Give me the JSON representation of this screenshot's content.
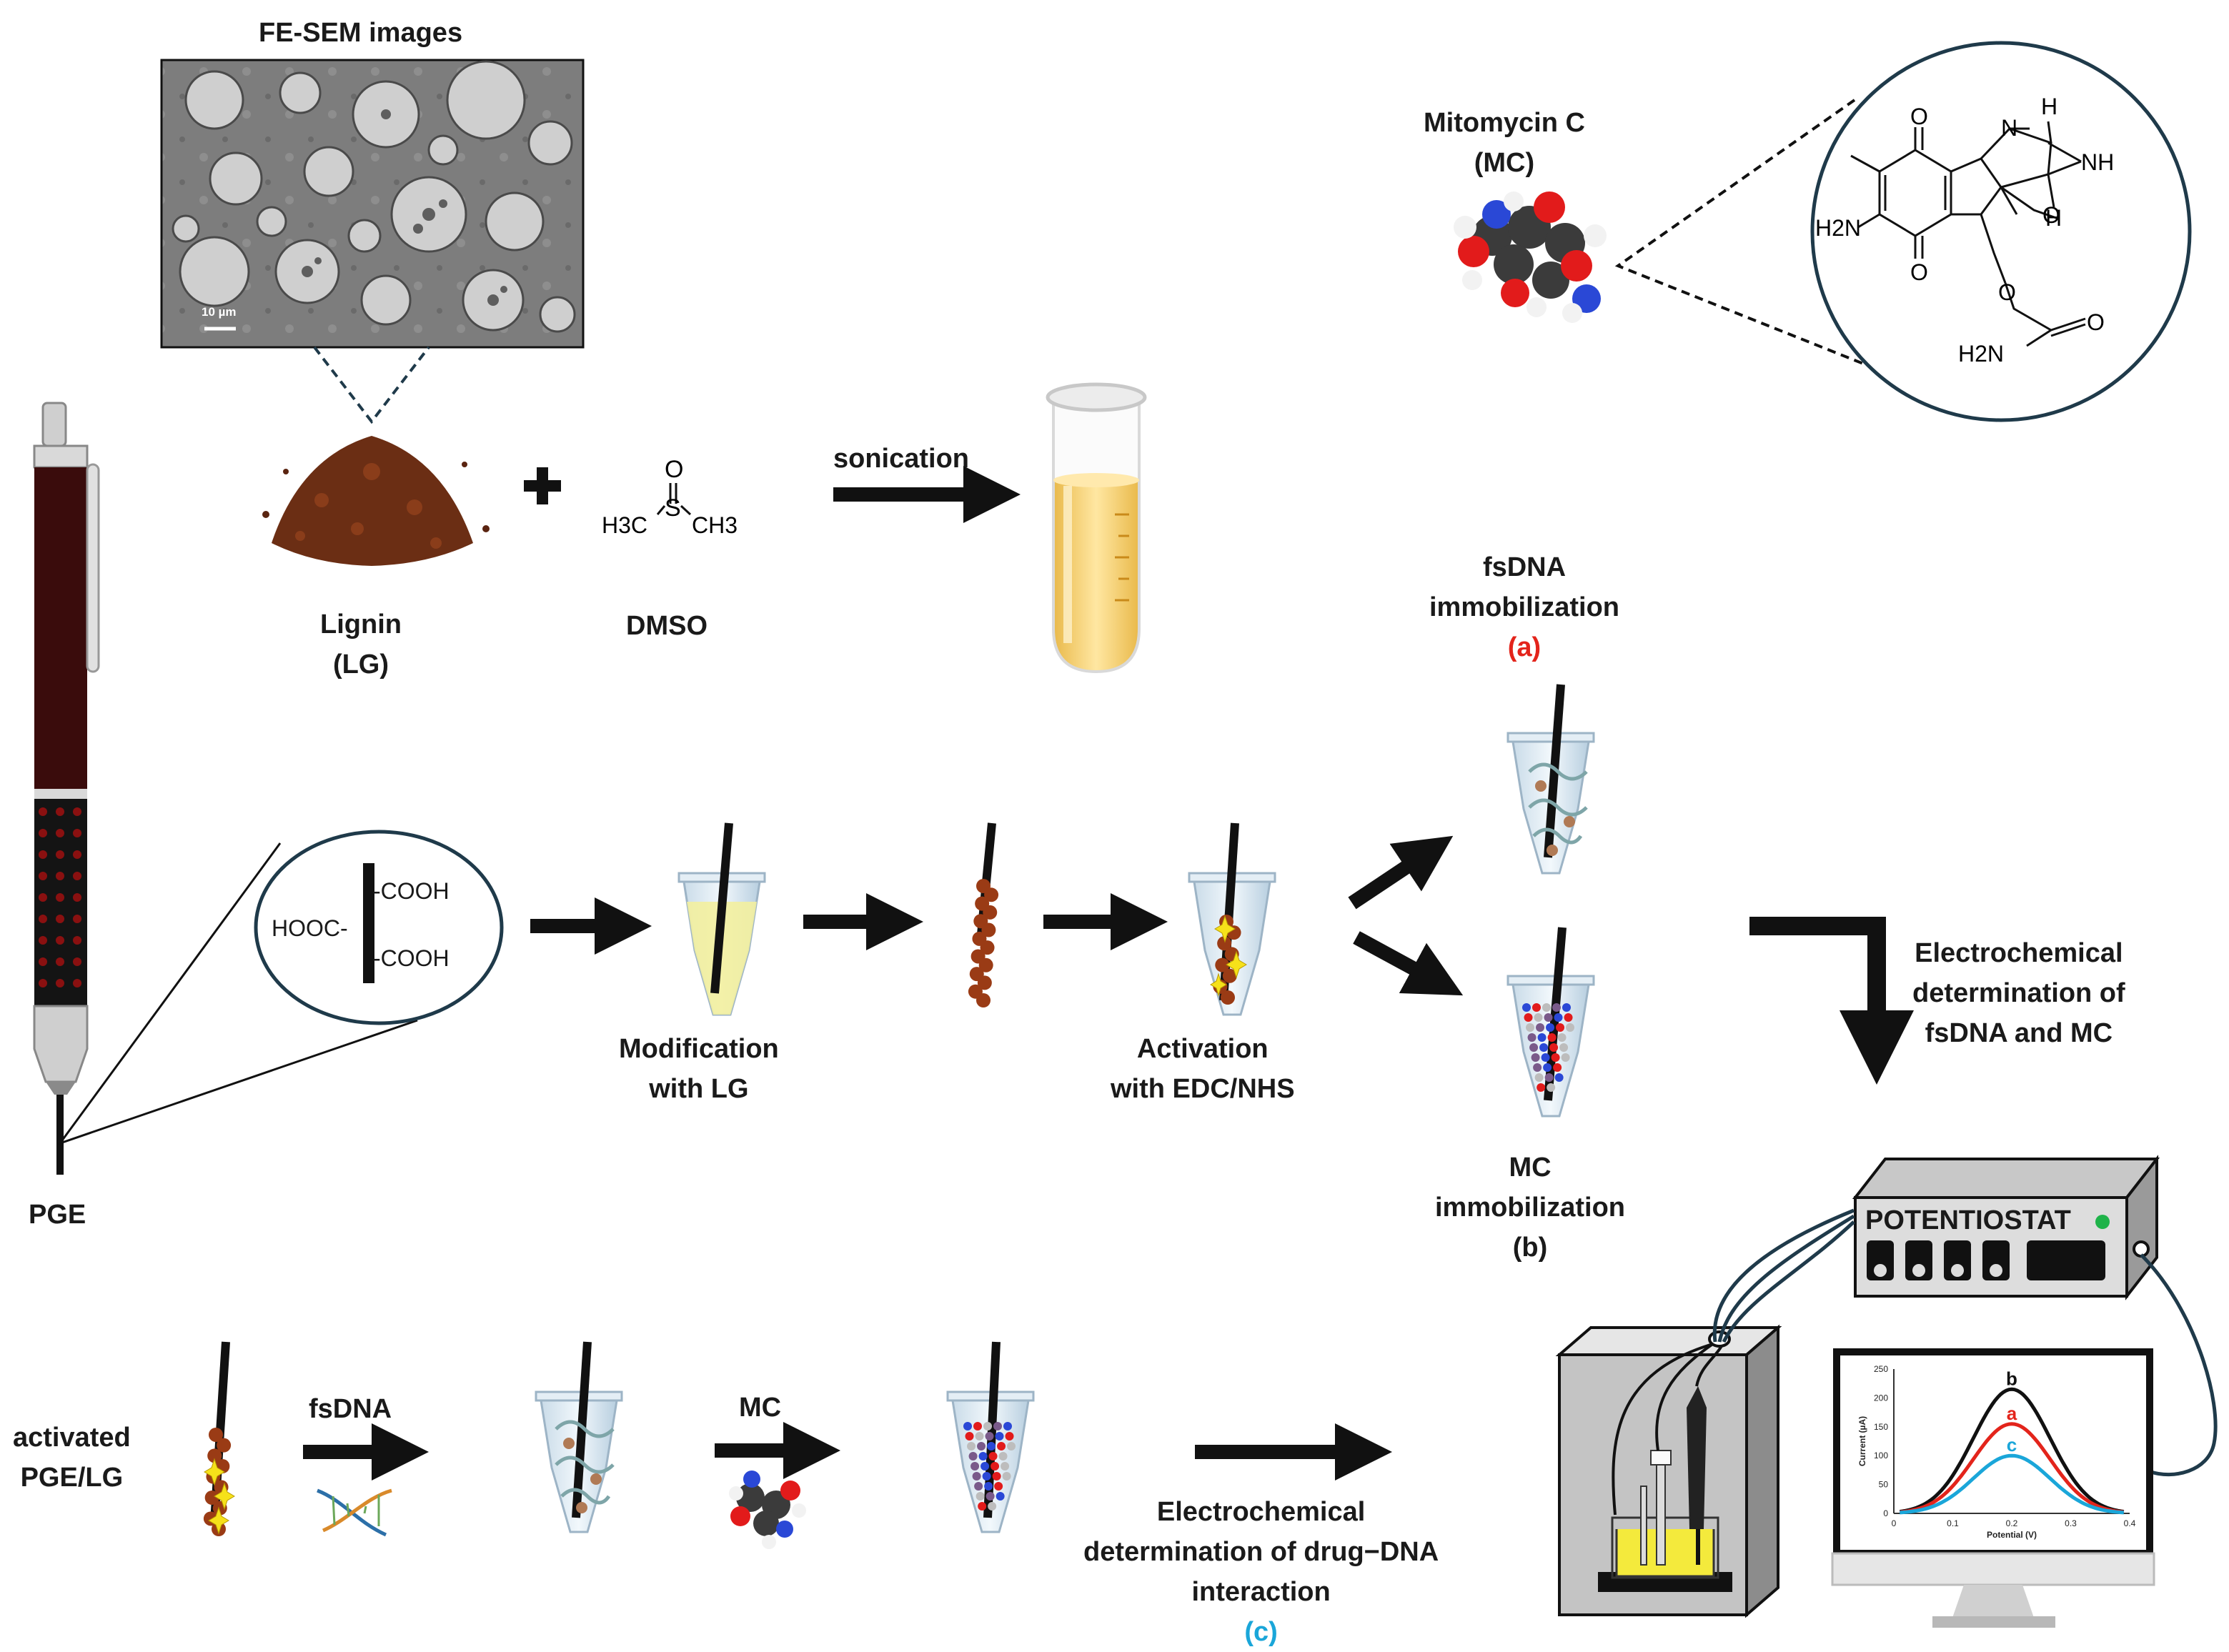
{
  "sem": {
    "title": "FE-SEM images",
    "scale_bar": "10 µm"
  },
  "reagents": {
    "lignin": [
      "Lignin",
      "(LG)"
    ],
    "dmso": "DMSO",
    "dmso_formula": {
      "o": "O",
      "s": "S",
      "h3c": "H3C",
      "ch3": "CH3"
    },
    "sonication": "sonication"
  },
  "mitomycin": {
    "title": [
      "Mitomycin C",
      "(MC)"
    ],
    "atoms": {
      "o_top": "O",
      "o_bottom": "O",
      "n_ring": "N",
      "nh": "NH",
      "h_top": "H",
      "h_mid": "H",
      "h2n": "H2N",
      "ome": "O",
      "o_ester": "O",
      "h2n_carb": "H2N",
      "o_carb": "O"
    }
  },
  "electrode": {
    "pge": "PGE",
    "groups": {
      "cooh_top": "-COOH",
      "hooc": "HOOC-",
      "cooh_bottom": "-COOH"
    }
  },
  "steps": {
    "modification": [
      "Modification",
      "with LG"
    ],
    "activation": [
      "Activation",
      "with EDC/NHS"
    ],
    "fsdna_immob": [
      "fsDNA",
      "immobilization"
    ],
    "fsdna_tag": "(a)",
    "mc_immob": [
      "MC",
      "immobilization",
      "(b)"
    ],
    "electrochem": [
      "Electrochemical",
      "determination of",
      "fsDNA and MC"
    ]
  },
  "bottom_row": {
    "activated": [
      "activated",
      "PGE/LG"
    ],
    "fsdna": "fsDNA",
    "mc": "MC",
    "drug_dna": [
      "Electrochemical",
      "determination of drug−DNA",
      "interaction"
    ],
    "drug_dna_tag": "(c)"
  },
  "instrument": {
    "potentiostat": "POTENTIOSTAT"
  },
  "colors": {
    "arrow": "#111111",
    "pen": "#3a0c0c",
    "curve_a": "#e3241b",
    "curve_b": "#111111",
    "curve_c": "#1aa6d9",
    "solution": "#f2d36a",
    "cell_solution": "#f4ea3c"
  },
  "chart_data": {
    "type": "line",
    "xlabel": "Potential (V)",
    "ylabel": "Current (µA)",
    "xlim": [
      0,
      0.4
    ],
    "ylim": [
      0,
      250
    ],
    "x_ticks": [
      "0",
      "0.1",
      "0.2",
      "0.3",
      "0.4"
    ],
    "y_ticks": [
      "0",
      "50",
      "100",
      "150",
      "200",
      "250"
    ],
    "peak_x": 0.2,
    "series": [
      {
        "name": "b",
        "peak": 215,
        "color": "#111111"
      },
      {
        "name": "a",
        "peak": 155,
        "color": "#e3241b"
      },
      {
        "name": "c",
        "peak": 100,
        "color": "#1aa6d9"
      }
    ]
  }
}
